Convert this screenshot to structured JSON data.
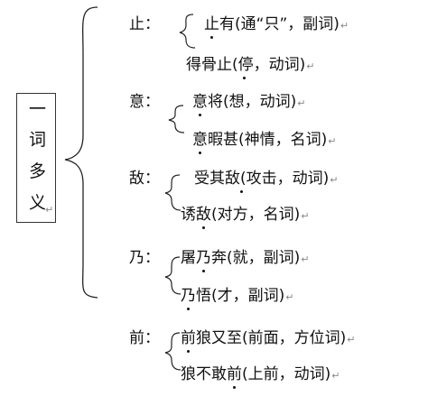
{
  "title": {
    "chars": [
      "一",
      "词",
      "多",
      "义"
    ]
  },
  "return_mark": "↵",
  "groups": [
    {
      "word": "止：",
      "items": [
        {
          "text": "止有(通“只”，副词)"
        },
        {
          "text": "得骨止(停，动词)"
        }
      ]
    },
    {
      "word": "意：",
      "items": [
        {
          "text": "意将(想，动词)"
        },
        {
          "text": "意暇甚(神情，名词)"
        }
      ]
    },
    {
      "word": "敌：",
      "items": [
        {
          "text": "受其敌(攻击，动词)"
        },
        {
          "text": "诱敌(对方，名词)"
        }
      ]
    },
    {
      "word": "乃：",
      "items": [
        {
          "text": "屠乃奔(就，副词)"
        },
        {
          "text": "乃悟(才，副词)"
        }
      ]
    },
    {
      "word": "前：",
      "items": [
        {
          "text": "前狼又至(前面，方位词)"
        },
        {
          "text": "狼不敢前(上前，动词)"
        }
      ]
    }
  ]
}
